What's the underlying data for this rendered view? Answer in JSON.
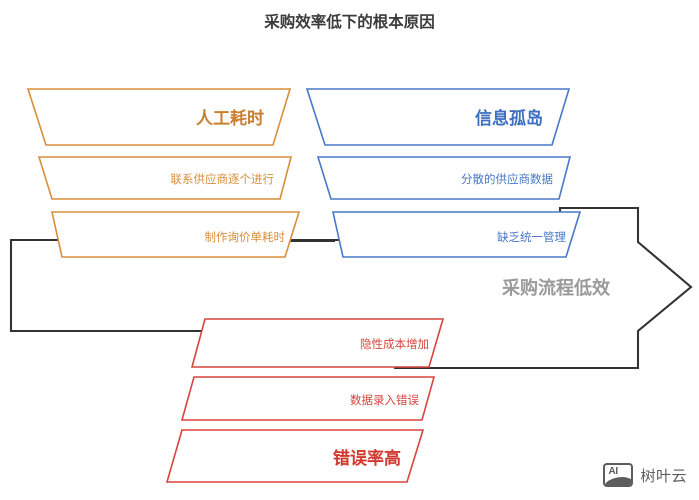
{
  "title": "采购效率低下的根本原因",
  "center_arrow": {
    "label": "采购流程低效",
    "color": "#9a9a9a"
  },
  "groups": [
    {
      "id": "manual-time",
      "color": "#D98E3A",
      "head_color": "#C97F2E",
      "position": "top-left",
      "bars": [
        {
          "label": "人工耗时",
          "emphasis": "head"
        },
        {
          "label": "联系供应商逐个进行",
          "emphasis": "normal"
        },
        {
          "label": "制作询价单耗时",
          "emphasis": "normal"
        }
      ]
    },
    {
      "id": "information-silo",
      "color": "#4878C8",
      "head_color": "#3E6FC0",
      "position": "top-right",
      "bars": [
        {
          "label": "信息孤岛",
          "emphasis": "head"
        },
        {
          "label": "分散的供应商数据",
          "emphasis": "normal"
        },
        {
          "label": "缺乏统一管理",
          "emphasis": "normal"
        }
      ]
    },
    {
      "id": "high-error-rate",
      "color": "#D6453C",
      "head_color": "#D1392F",
      "position": "bottom-center",
      "bars": [
        {
          "label": "隐性成本增加",
          "emphasis": "normal"
        },
        {
          "label": "数据录入错误",
          "emphasis": "normal"
        },
        {
          "label": "错误率高",
          "emphasis": "head"
        }
      ]
    }
  ],
  "watermark": {
    "icon": "ai-image-icon",
    "badge_text": "AI",
    "text": "树叶云"
  }
}
